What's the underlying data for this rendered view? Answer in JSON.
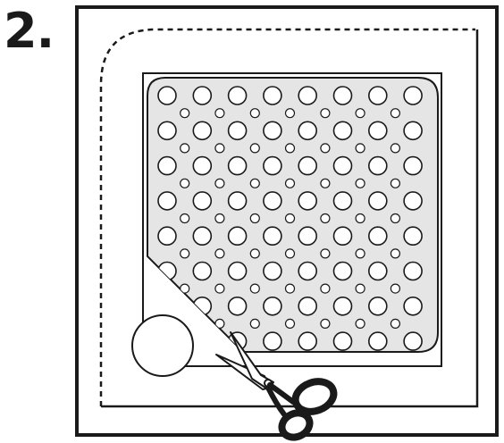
{
  "step": {
    "number": "2."
  },
  "colors": {
    "ink": "#1a1a1a",
    "mat_fill": "#e5e5e5",
    "background": "#ffffff"
  },
  "illustration": {
    "mat_hole_grid": {
      "large_rows": 8,
      "large_cols": 8,
      "small_rows": 7,
      "small_cols": 7
    },
    "icons": [
      "shower-tray-icon",
      "bath-mat-icon",
      "drain-icon",
      "scissors-icon"
    ]
  }
}
